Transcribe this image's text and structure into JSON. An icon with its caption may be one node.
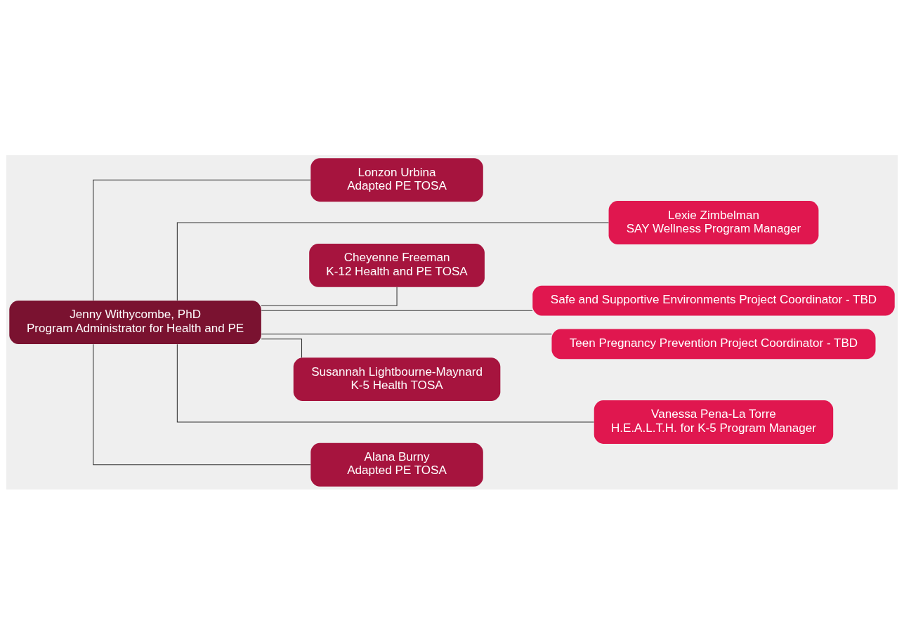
{
  "diagram": {
    "nodes": [
      {
        "text": [
          "Jenny Withycombe, PhD",
          "Program Administrator for Health and PE"
        ]
      },
      {
        "text": [
          "Lonzon Urbina",
          "Adapted PE TOSA"
        ]
      },
      {
        "text": [
          "Lexie Zimbelman",
          "SAY Wellness Program Manager"
        ]
      },
      {
        "text": [
          "Cheyenne Freeman",
          "K-12 Health and PE TOSA"
        ]
      },
      {
        "text": [
          "Safe and Supportive Environments Project Coordinator - TBD"
        ]
      },
      {
        "text": [
          "Teen Pregnancy Prevention Project Coordinator - TBD"
        ]
      },
      {
        "text": [
          "Susannah Lightbourne-Maynard",
          "K-5 Health TOSA"
        ]
      },
      {
        "text": [
          "Vanessa Pena-La Torre",
          "H.E.A.L.T.H. for K-5 Program Manager"
        ]
      },
      {
        "text": [
          "Alana Burny",
          "Adapted PE TOSA"
        ]
      }
    ],
    "edges": [
      {
        "from": 0,
        "to": 1,
        "arrow": "none"
      },
      {
        "from": 0,
        "to": 2,
        "arrow": "none"
      },
      {
        "from": 0,
        "to": 3,
        "arrow": "none"
      },
      {
        "from": 0,
        "to": 4,
        "arrow": "none"
      },
      {
        "from": 0,
        "to": 5,
        "arrow": "none"
      },
      {
        "from": 0,
        "to": 6,
        "arrow": "none"
      },
      {
        "from": 0,
        "to": 7,
        "arrow": "none"
      },
      {
        "from": 0,
        "to": 8,
        "arrow": "none"
      }
    ]
  }
}
